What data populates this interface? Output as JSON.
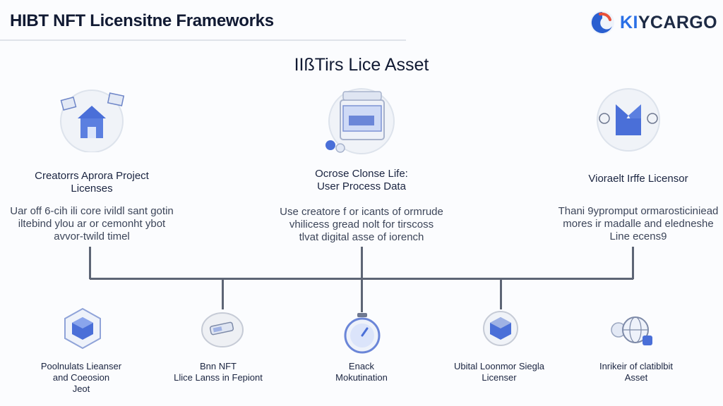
{
  "header": {
    "title": "HIBT NFT Licensitne Frameworks",
    "logo_text_k": "KI",
    "logo_text_rest": "YCARGO"
  },
  "diagram": {
    "section_title": "IIßTirs Lice Asset",
    "top_nodes": [
      {
        "icon": "house-license-icon",
        "label_lines": [
          "Creatorrs Aprora Project",
          "Licenses"
        ],
        "desc_lines": [
          "Uar off 6-cih ili core ivildl sant gotin",
          "iltebind ylou ar or cemonht ybot",
          "avvor-twild timel"
        ]
      },
      {
        "icon": "data-device-icon",
        "label_lines": [
          "Ocrose Clonse Life:",
          "User Process Data"
        ],
        "desc_lines": [
          "Use creatore f or icants of ormrude",
          "vhilicess gread nolt for tirscoss",
          "tlvat digital asse of iorench"
        ]
      },
      {
        "icon": "shape-licensor-icon",
        "label_lines": [
          "Vioraelt Irffe Licensor"
        ],
        "desc_lines": [
          "Thani 9ypromput ormarosticiniead",
          "mores ir madalle and eledneshe",
          "Line ecens9"
        ]
      }
    ],
    "bottom_nodes": [
      {
        "icon": "cube-shield-icon",
        "label_lines": [
          "Poolnulats Lieanser",
          "and Coeosion",
          "Jeot"
        ]
      },
      {
        "icon": "ticket-icon",
        "label_lines": [
          "Bnn NFT",
          "Llice Lanss in Fepiont"
        ]
      },
      {
        "icon": "timer-icon",
        "label_lines": [
          "Enack",
          "Mokutination"
        ]
      },
      {
        "icon": "license-box-icon",
        "label_lines": [
          "Ubital Loonmor Siegla",
          "Licenser"
        ]
      },
      {
        "icon": "globe-gears-icon",
        "label_lines": [
          "Inrikeir of clatiblbit",
          "Asset"
        ]
      }
    ]
  }
}
